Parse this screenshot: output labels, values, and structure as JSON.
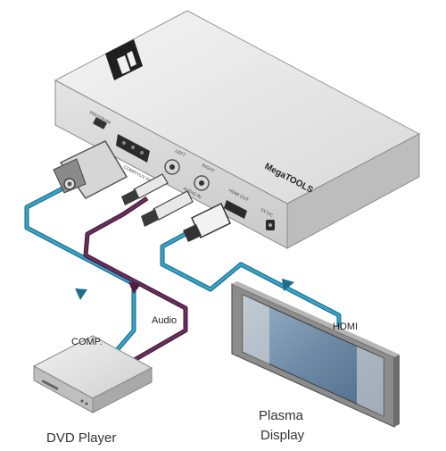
{
  "device": {
    "brand_text": "MegaTOOLS",
    "ports": {
      "program": "PROGRAM",
      "comp_in": "COMP/YUV INPUT",
      "left": "LEFT",
      "right": "RIGHT",
      "audio_in": "AUDIO IN",
      "hdmi_out": "HDMI OUT",
      "power": "5V DC"
    }
  },
  "labels": {
    "comp": "COMP.",
    "audio": "Audio",
    "hdmi": "HDMI"
  },
  "captions": {
    "dvd": "DVD Player",
    "display_line1": "Plasma",
    "display_line2": "Display"
  },
  "colors": {
    "video_cable": "#33a6cc",
    "audio_cable": "#6b2f5e",
    "device_body": "#e6e6e6"
  }
}
